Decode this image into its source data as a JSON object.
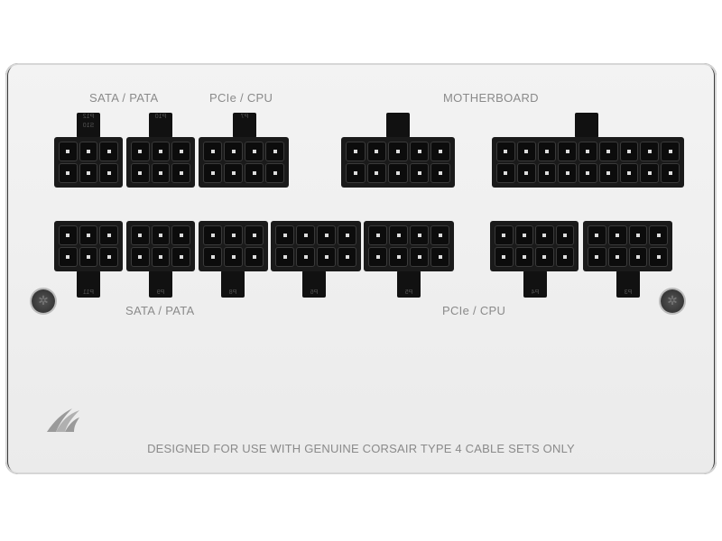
{
  "labels": {
    "top_sata_pata": "SATA / PATA",
    "top_pcie_cpu": "PCIe / CPU",
    "motherboard": "MOTHERBOARD",
    "bottom_sata_pata": "SATA / PATA",
    "bottom_pcie_cpu": "PCIe / CPU"
  },
  "footer": "DESIGNED FOR USE WITH GENUINE CORSAIR TYPE 4 CABLE SETS ONLY",
  "logo": "Corsair sails logo",
  "connectors": [
    {
      "row": "top",
      "cols": 3,
      "rows": 2,
      "tab": "P12 S10"
    },
    {
      "row": "top",
      "cols": 3,
      "rows": 2,
      "tab": "P10"
    },
    {
      "row": "top",
      "cols": 4,
      "rows": 2,
      "tab": "P7"
    },
    {
      "row": "top",
      "cols": 5,
      "rows": 2,
      "tab": ""
    },
    {
      "row": "top",
      "cols": 9,
      "rows": 2,
      "tab": ""
    },
    {
      "row": "bottom",
      "cols": 3,
      "rows": 2,
      "tab": "P11"
    },
    {
      "row": "bottom",
      "cols": 3,
      "rows": 2,
      "tab": "P9"
    },
    {
      "row": "bottom",
      "cols": 3,
      "rows": 2,
      "tab": "P8"
    },
    {
      "row": "bottom",
      "cols": 4,
      "rows": 2,
      "tab": "P6"
    },
    {
      "row": "bottom",
      "cols": 4,
      "rows": 2,
      "tab": "P5"
    },
    {
      "row": "bottom",
      "cols": 4,
      "rows": 2,
      "tab": "P4"
    },
    {
      "row": "bottom",
      "cols": 4,
      "rows": 2,
      "tab": "P3"
    }
  ],
  "colors": {
    "panel": "#efefef",
    "connector": "#1a1a1a",
    "text": "#8a8a8a"
  }
}
